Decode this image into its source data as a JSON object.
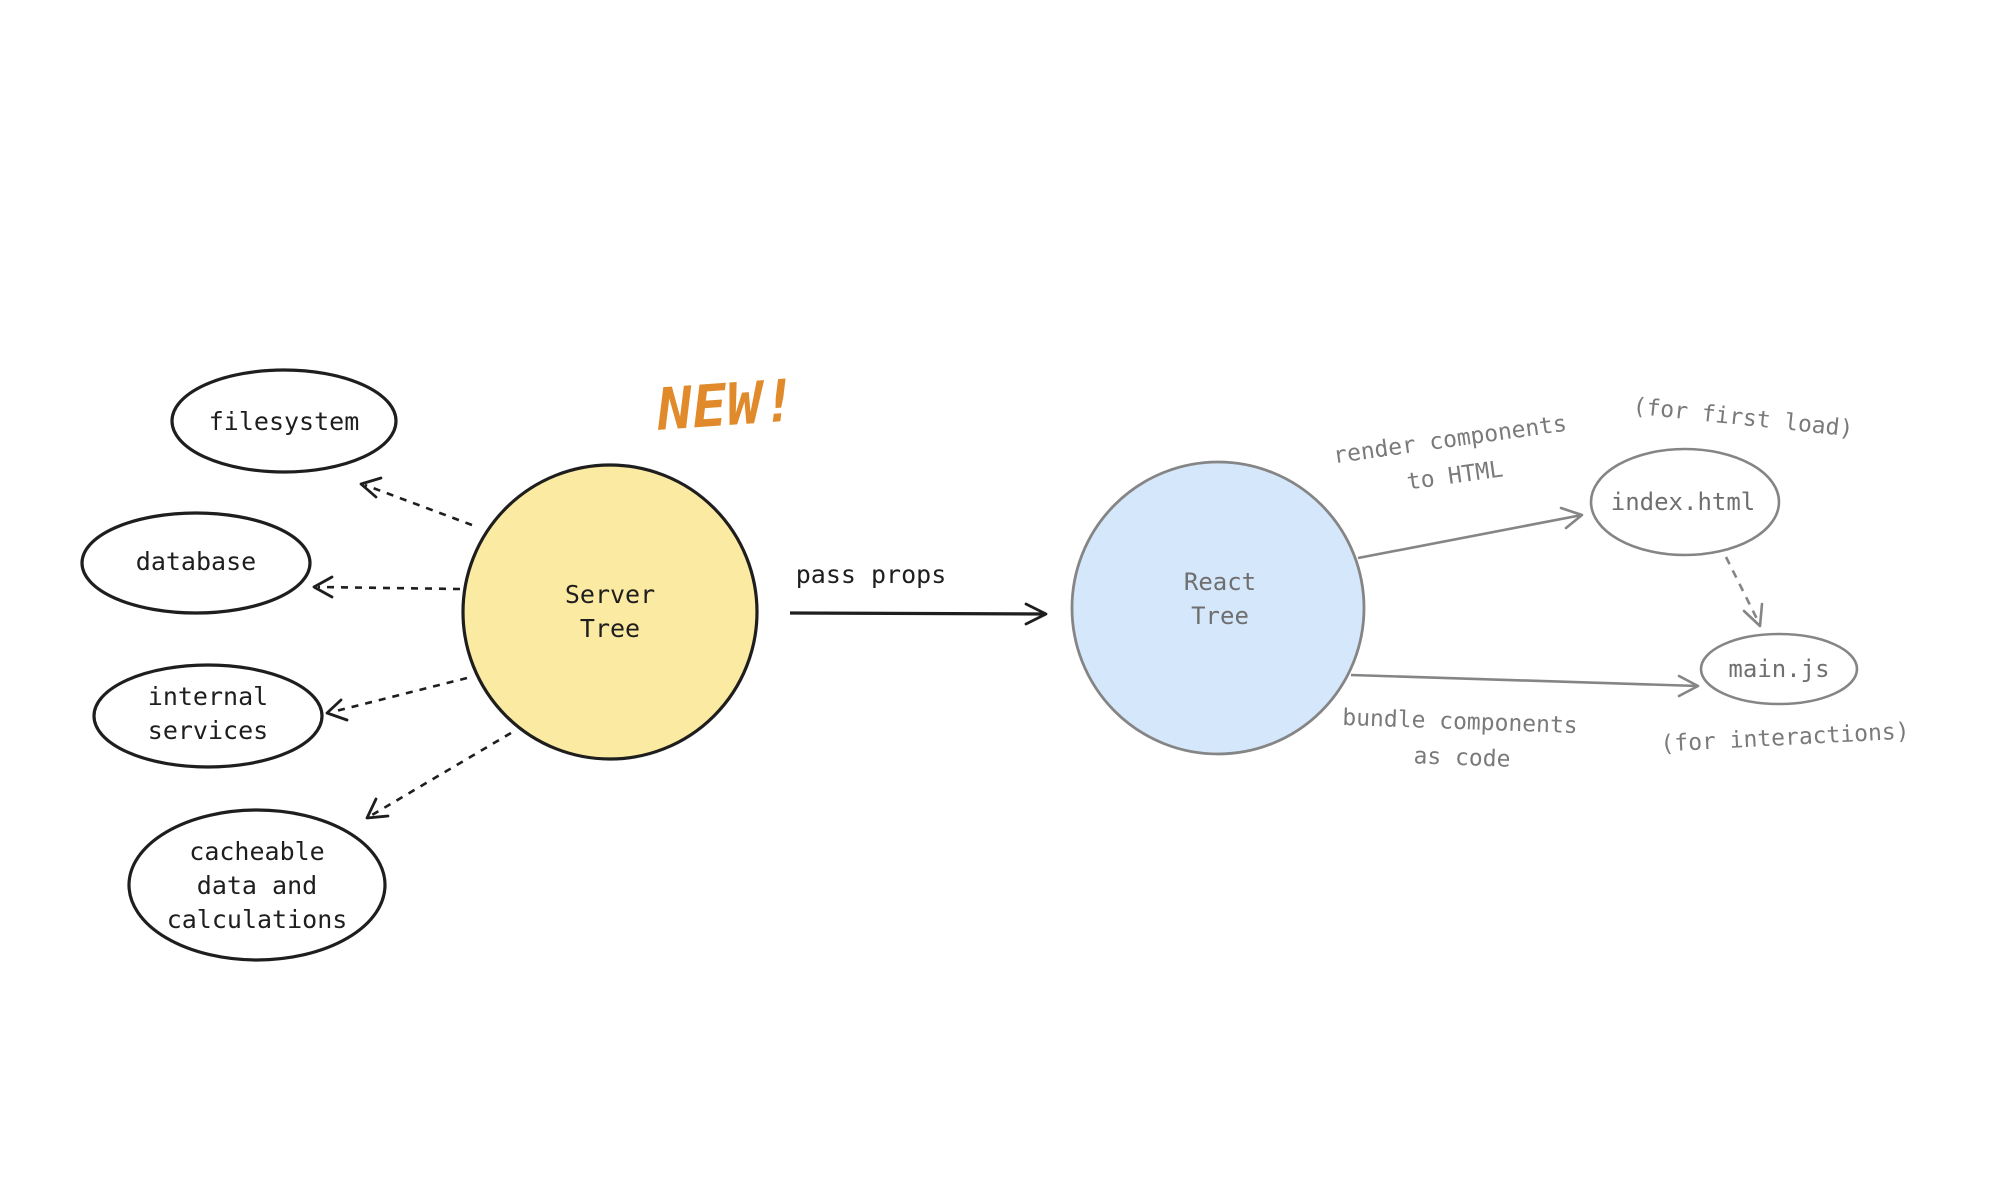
{
  "diagram": {
    "badge": "NEW!",
    "server_tree": {
      "lines": [
        "Server",
        "Tree"
      ],
      "fill": "#fbeaa1"
    },
    "react_tree": {
      "lines": [
        "React",
        "Tree"
      ],
      "fill": "#d5e7fb"
    },
    "data_sources": [
      {
        "lines": [
          "filesystem"
        ]
      },
      {
        "lines": [
          "database"
        ]
      },
      {
        "lines": [
          "internal",
          "services"
        ]
      },
      {
        "lines": [
          "cacheable",
          "data and",
          "calculations"
        ]
      }
    ],
    "outputs": {
      "index_html": {
        "label": "index.html",
        "note": "(for first load)"
      },
      "main_js": {
        "label": "main.js",
        "note": "(for interactions)"
      }
    },
    "edges": {
      "pass_props": "pass props",
      "render_html": [
        "render components",
        "to HTML"
      ],
      "bundle_code": [
        "bundle components",
        "as code"
      ]
    },
    "colors": {
      "badge": "#e08a2b",
      "ink": "#1e1e1e",
      "muted": "#858585"
    }
  }
}
